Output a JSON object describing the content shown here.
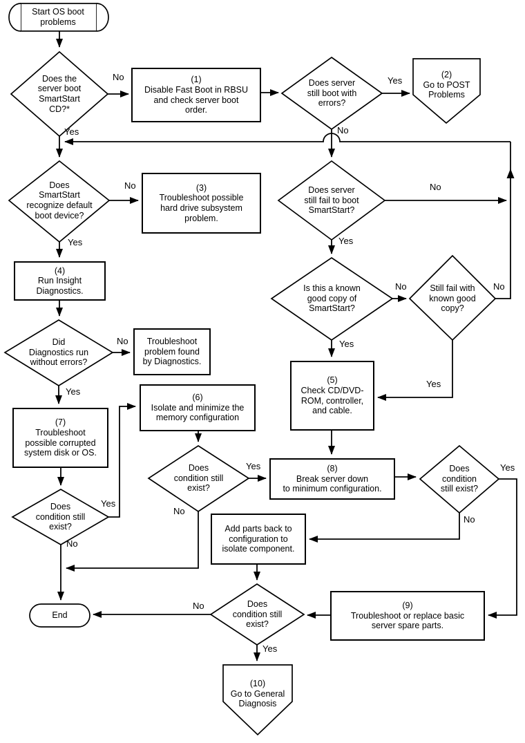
{
  "diagram_title": "OS boot problems flowchart",
  "colors": {
    "line": "#000000",
    "background": "#ffffff",
    "shape_fill": "#ffffff"
  },
  "nodes": {
    "start": {
      "type": "terminator",
      "label": "Start OS boot\nproblems"
    },
    "decision_boot_cd": {
      "type": "decision",
      "label": "Does the\nserver boot\nSmartStart\nCD?*"
    },
    "box1": {
      "type": "process",
      "label": "(1)\nDisable Fast Boot in RBSU\nand check server boot\norder."
    },
    "decision_boot_errors": {
      "type": "decision",
      "label": "Does server\nstill boot with\nerrors?"
    },
    "connector2": {
      "type": "offpage",
      "label": "(2)\nGo to POST\nProblems"
    },
    "decision_recognize_device": {
      "type": "decision",
      "label": "Does\nSmartStart\nrecognize default\nboot device?"
    },
    "box3": {
      "type": "process",
      "label": "(3)\nTroubleshoot possible\nhard drive subsystem\nproblem."
    },
    "box4": {
      "type": "process",
      "label": "(4)\nRun Insight\nDiagnostics."
    },
    "decision_diagnostics": {
      "type": "decision",
      "label": "Did\nDiagnostics run\nwithout errors?"
    },
    "box_diag": {
      "type": "process",
      "label": "Troubleshoot\nproblem found\nby Diagnostics."
    },
    "decision_fail_smartstart": {
      "type": "decision",
      "label": "Does server\nstill fail to boot\nSmartStart?"
    },
    "decision_known_good_copy": {
      "type": "decision",
      "label": "Is this a known\ngood copy of\nSmartStart?"
    },
    "decision_still_fail_copy": {
      "type": "decision",
      "label": "Still fail with\nknown good\ncopy?"
    },
    "box5": {
      "type": "process",
      "label": "(5)\nCheck CD/DVD-\nROM, controller,\nand cable."
    },
    "box6": {
      "type": "process",
      "label": "(6)\nIsolate and minimize the\nmemory configuration"
    },
    "box7": {
      "type": "process",
      "label": "(7)\nTroubleshoot\npossible corrupted\nsystem disk or OS."
    },
    "decision_condition_left": {
      "type": "decision",
      "label": "Does\ncondition still\nexist?"
    },
    "decision_condition_mid": {
      "type": "decision",
      "label": "Does\ncondition still\nexist?"
    },
    "box8": {
      "type": "process",
      "label": "(8)\nBreak server down\nto minimum configuration."
    },
    "decision_condition_right": {
      "type": "decision",
      "label": "Does\ncondition\nstill exist?"
    },
    "box_add_parts": {
      "type": "process",
      "label": "Add parts back to\nconfiguration to\nisolate component."
    },
    "box9": {
      "type": "process",
      "label": "(9)\nTroubleshoot or replace basic\nserver spare parts."
    },
    "decision_condition_bottom": {
      "type": "decision",
      "label": "Does\ncondition still\nexist?"
    },
    "end": {
      "type": "terminator",
      "label": "End"
    },
    "connector10": {
      "type": "offpage",
      "label": "(10)\nGo to General\nDiagnosis"
    }
  },
  "edge_labels": {
    "no_boot_cd": "No",
    "yes_boot_cd": "Yes",
    "yes_boot_errors": "Yes",
    "no_boot_errors": "No",
    "no_recognize": "No",
    "yes_recognize": "Yes",
    "no_fail_smartstart": "No",
    "yes_fail_smartstart": "Yes",
    "no_known_good": "No",
    "yes_known_good": "Yes",
    "no_still_fail": "No",
    "yes_still_fail": "Yes",
    "no_diagnostics": "No",
    "yes_diagnostics": "Yes",
    "yes_condition_mid": "Yes",
    "no_condition_mid": "No",
    "yes_condition_left": "Yes",
    "no_condition_left": "No",
    "yes_condition_right": "Yes",
    "no_condition_right": "No",
    "no_condition_bottom": "No",
    "yes_condition_bottom": "Yes"
  }
}
